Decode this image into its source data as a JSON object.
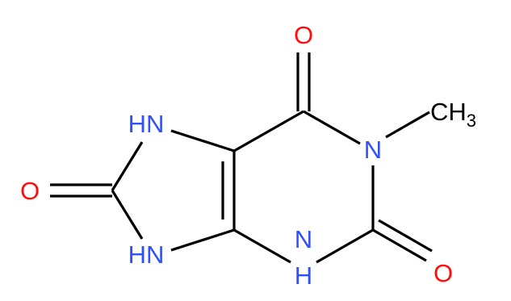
{
  "molecule": {
    "labels": {
      "o_top": "O",
      "nh_7": "HN",
      "n_1": "N",
      "ch3": "CH",
      "ch3_sub": "3",
      "o_left": "O",
      "nh_9": "HN",
      "nh_3": "N",
      "nh_3_h": "H",
      "o_right": "O"
    },
    "colors": {
      "nitrogen": "#3050F8",
      "oxygen": "#FF0D0D",
      "carbon": "#000000",
      "background": "#FFFFFF"
    }
  }
}
